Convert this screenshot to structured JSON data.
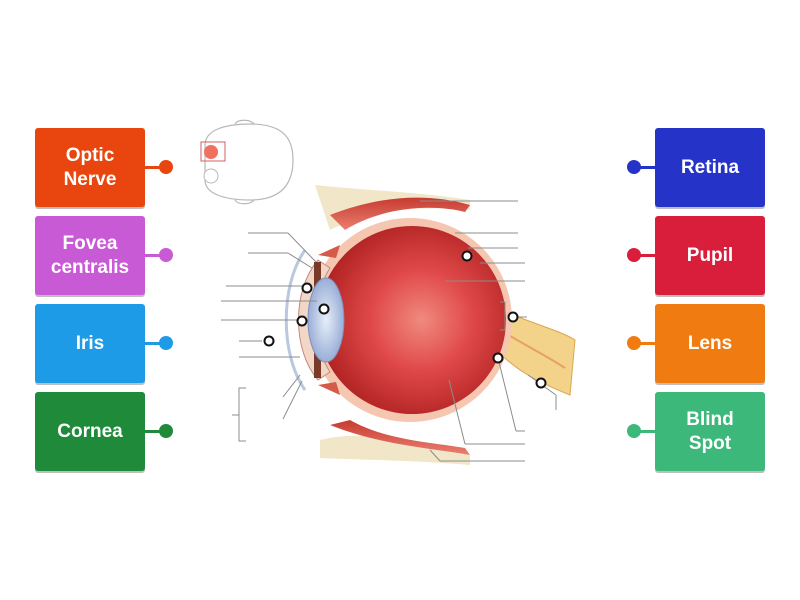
{
  "labels_left": [
    {
      "id": "optic-nerve",
      "text": "Optic\nNerve",
      "color": "#e8460e"
    },
    {
      "id": "fovea-centralis",
      "text": "Fovea\ncentralis",
      "color": "#c95ad6"
    },
    {
      "id": "iris",
      "text": "Iris",
      "color": "#1e9be6"
    },
    {
      "id": "cornea",
      "text": "Cornea",
      "color": "#1e8a3a"
    }
  ],
  "labels_right": [
    {
      "id": "retina",
      "text": "Retina",
      "color": "#2633c8"
    },
    {
      "id": "pupil",
      "text": "Pupil",
      "color": "#d81e3b"
    },
    {
      "id": "lens",
      "text": "Lens",
      "color": "#f07b10"
    },
    {
      "id": "blind-spot",
      "text": "Blind\nSpot",
      "color": "#3cb87a"
    }
  ]
}
